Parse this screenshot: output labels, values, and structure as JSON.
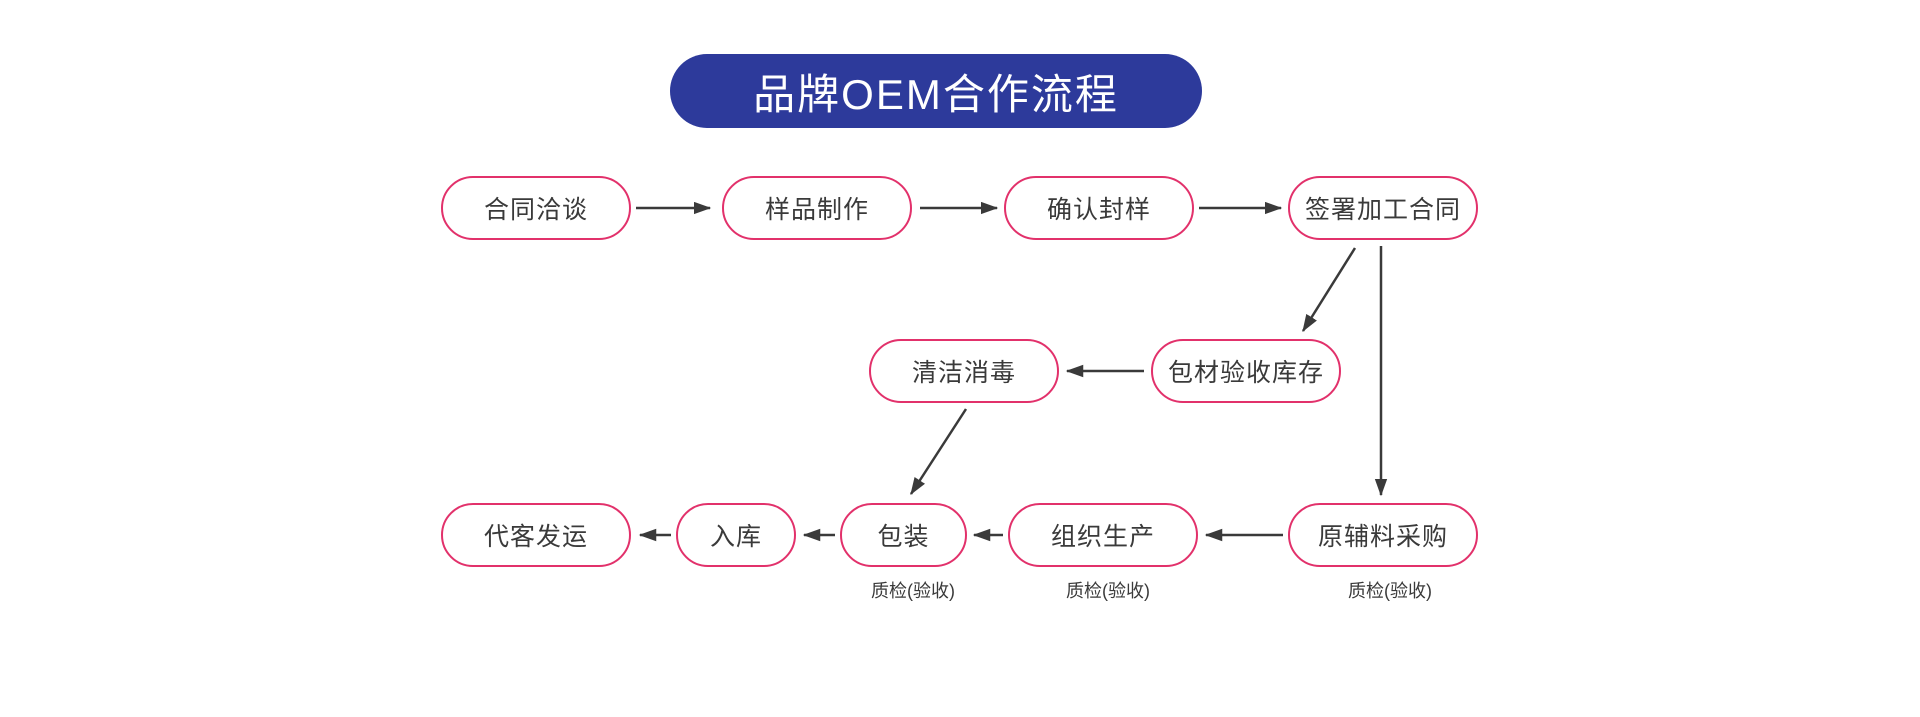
{
  "title": "品牌OEM合作流程",
  "colors": {
    "title_bg": "#2d3a9b",
    "title_text": "#ffffff",
    "node_border": "#e2316b",
    "node_bg": "#ffffff",
    "node_text": "#3a3a3a",
    "arrow": "#3a3a3a",
    "background": "#ffffff"
  },
  "nodes": {
    "contract_negotiation": "合同洽谈",
    "sample_production": "样品制作",
    "confirm_sealed_sample": "确认封样",
    "sign_processing_contract": "签署加工合同",
    "cleaning_disinfection": "清洁消毒",
    "packaging_material_acceptance": "包材验收库存",
    "customer_shipping": "代客发运",
    "warehousing": "入库",
    "packaging": "包装",
    "organize_production": "组织生产",
    "raw_material_procurement": "原辅料采购"
  },
  "annotations": {
    "qc_label": "质检(验收)"
  }
}
